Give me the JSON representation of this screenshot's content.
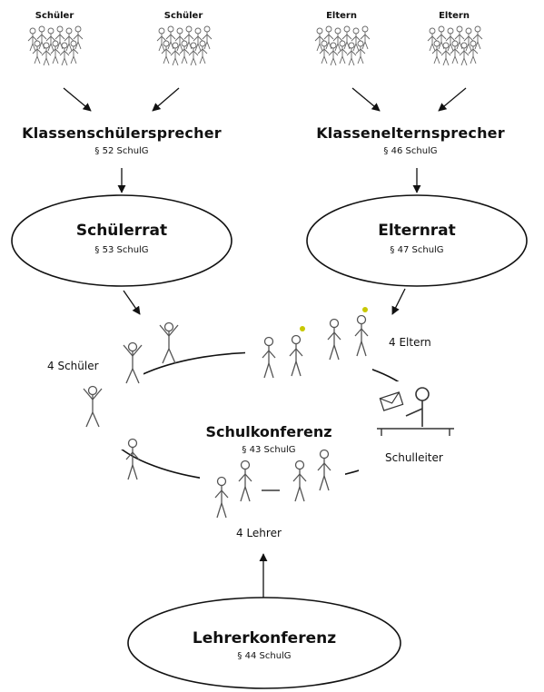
{
  "groups": {
    "students_1": "Schüler",
    "students_2": "Schüler",
    "parents_1": "Eltern",
    "parents_2": "Eltern"
  },
  "roles": {
    "class_student_rep": {
      "title": "Klassenschülersprecher",
      "law": "§ 52 SchulG"
    },
    "class_parent_rep": {
      "title": "Klasseneltern­sprecher",
      "law": "§ 46 SchulG"
    }
  },
  "bodies": {
    "student_council": {
      "title": "Schülerrat",
      "law": "§ 53 SchulG"
    },
    "parent_council": {
      "title": "Elternrat",
      "law": "§ 47 SchulG"
    },
    "school_conference": {
      "title": "Schulkonferenz",
      "law": "§ 43 SchulG"
    },
    "teacher_conference": {
      "title": "Lehrerkonferenz",
      "law": "§ 44 SchulG"
    }
  },
  "members": {
    "students": "4 Schüler",
    "parents": "4 Eltern",
    "teachers": "4 Lehrer",
    "principal": "Schulleiter"
  },
  "colors": {
    "ink": "#111111",
    "figure": "#555555",
    "bulb": "#c8c800"
  }
}
